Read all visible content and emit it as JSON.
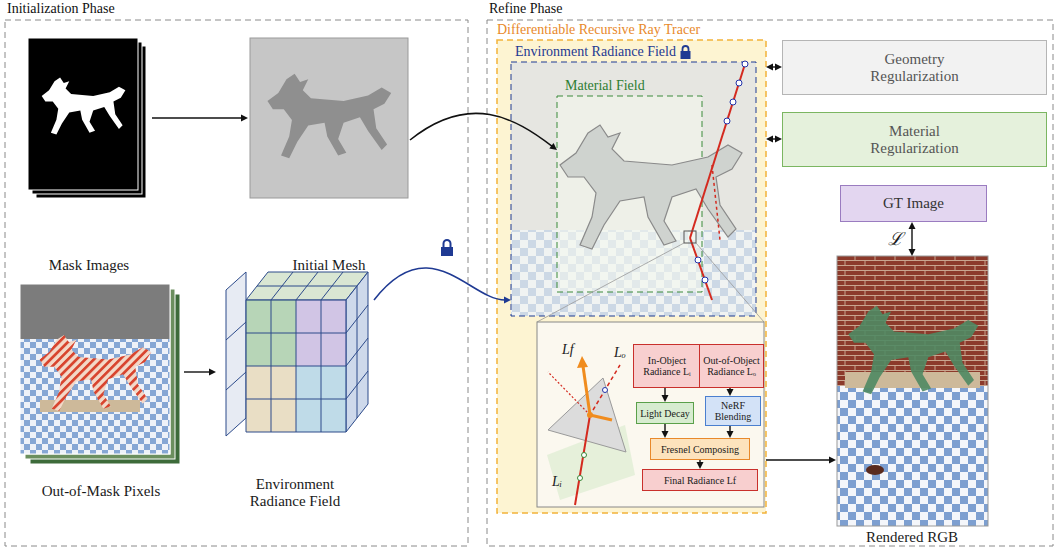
{
  "diagram": {
    "nodes": [
      {
        "text": [
          "Initialization Phase"
        ]
      },
      {
        "text": [
          "Refine Phase"
        ]
      },
      {
        "text": [
          "Mask Images"
        ],
        "in": 0
      },
      {
        "text": [
          "Initial Mesh"
        ],
        "in": 0
      },
      {
        "text": [
          "Out-of-Mask Pixels"
        ],
        "in": 0
      },
      {
        "text": [
          "Environment Radiance Field"
        ],
        "in": 0
      },
      {
        "text": [
          "Differentiable Recursive Ray Tracer"
        ],
        "in": 1
      },
      {
        "text": [
          "Environment Radiance Field"
        ],
        "in": 6
      },
      {
        "text": [
          "Material Field"
        ],
        "in": 7
      },
      {
        "text": [
          "In-Object Radiance Lᵢ"
        ],
        "in": 6
      },
      {
        "text": [
          "Out-of-Object Radiance Lₒ"
        ],
        "in": 6
      },
      {
        "text": [
          "Light Decay"
        ],
        "in": 6
      },
      {
        "text": [
          "NeRF Blending"
        ],
        "in": 6
      },
      {
        "text": [
          "Fresnel Composing"
        ],
        "in": 6
      },
      {
        "text": [
          "Final Radiance Lf"
        ],
        "in": 6
      },
      {
        "text": [
          "Geometry Regularization"
        ],
        "in": 1
      },
      {
        "text": [
          "Material Regularization"
        ],
        "in": 1
      },
      {
        "text": [
          "GT Image"
        ],
        "in": 1
      },
      {
        "text": [
          "Rendered RGB"
        ],
        "in": 1
      }
    ],
    "edges": [
      {
        "from": 2,
        "to": 3,
        "arrow": "to"
      },
      {
        "from": 4,
        "to": 5,
        "arrow": "to"
      },
      {
        "from": 3,
        "to": 8,
        "arrow": "to"
      },
      {
        "from": 5,
        "to": 7,
        "arrow": "to"
      },
      {
        "from": 9,
        "to": 11,
        "arrow": "to"
      },
      {
        "from": 10,
        "to": 12,
        "arrow": "to"
      },
      {
        "from": 11,
        "to": 13,
        "arrow": "to"
      },
      {
        "from": 12,
        "to": 13,
        "arrow": "to"
      },
      {
        "from": 13,
        "to": 14,
        "arrow": "to"
      },
      {
        "from": 6,
        "to": 18,
        "arrow": "to"
      },
      {
        "from": 6,
        "to": 15,
        "arrow": "both"
      },
      {
        "from": 6,
        "to": 16,
        "arrow": "both"
      },
      {
        "from": 17,
        "to": 18,
        "arrow": "both",
        "label": "ℒ"
      }
    ],
    "labels": [
      "Lf",
      "Lₒ",
      "Lᵢ"
    ]
  }
}
